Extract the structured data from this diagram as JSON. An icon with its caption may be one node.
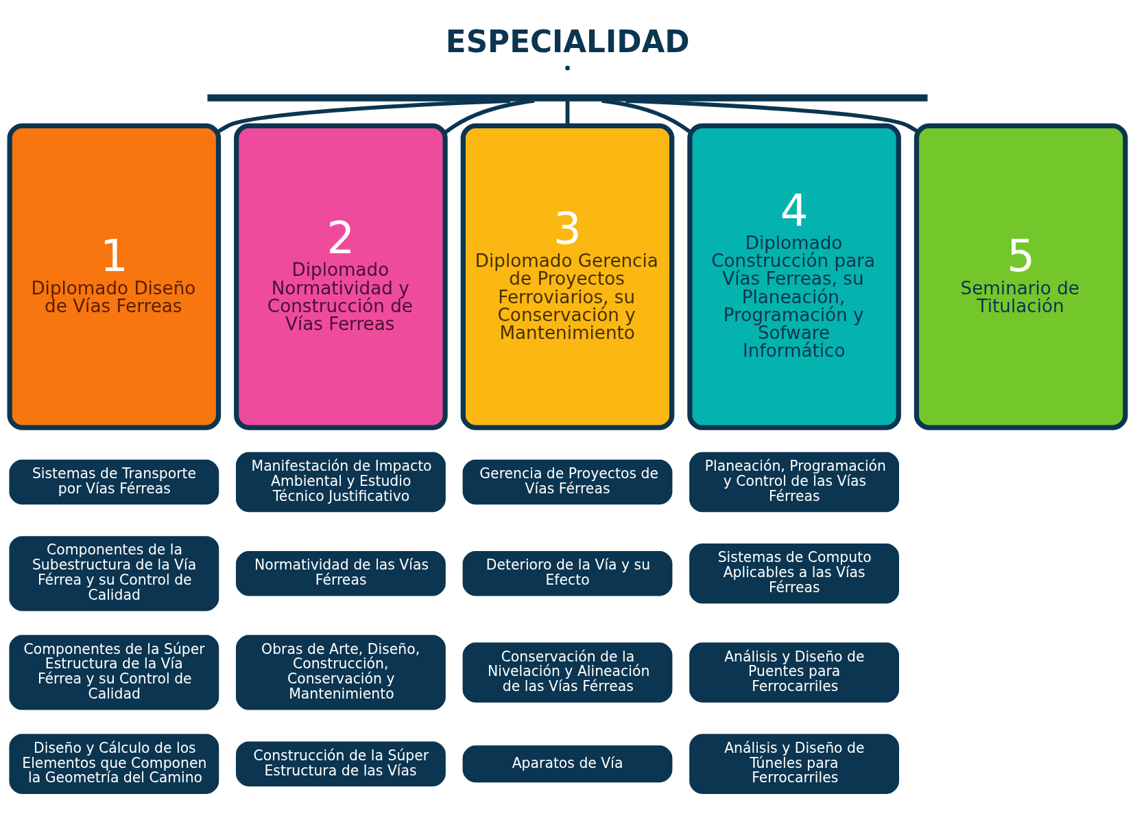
{
  "diagram": {
    "title": "ESPECIALIDAD",
    "nodes": [
      {
        "text": [
          "1",
          "Diplomado Diseño de Vías Ferreas"
        ]
      },
      {
        "text": [
          "2",
          "Diplomado Normatividad y Construcción de Vías Ferreas"
        ]
      },
      {
        "text": [
          "3",
          "Diplomado Gerencia de Proyectos Ferroviarios, su Conservación y Mantenimiento"
        ]
      },
      {
        "text": [
          "4",
          "Diplomado Construcción para Vías Ferreas, su Planeación, Programación y Sofware Informático"
        ]
      },
      {
        "text": [
          "5",
          "Seminario de Titulación"
        ]
      },
      {
        "text": [
          "Sistemas de Transporte por Vías Férreas"
        ]
      },
      {
        "text": [
          "Componentes de la Subestructura de la Vía Férrea y su Control de Calidad"
        ]
      },
      {
        "text": [
          "Componentes de la Súper Estructura de la Vía Férrea y su Control de Calidad"
        ]
      },
      {
        "text": [
          "Diseño y Cálculo de los Elementos que Componen la Geometría del Camino"
        ]
      },
      {
        "text": [
          "Manifestación de Impacto Ambiental y Estudio Técnico Justificativo"
        ]
      },
      {
        "text": [
          "Normatividad de las Vías Férreas"
        ]
      },
      {
        "text": [
          "Obras de Arte, Diseño, Construcción, Conservación y Mantenimiento"
        ]
      },
      {
        "text": [
          "Construcción de la Súper Estructura de las Vías"
        ]
      },
      {
        "text": [
          "Gerencia de Proyectos de Vías Férreas"
        ]
      },
      {
        "text": [
          "Deterioro de la Vía y su Efecto"
        ]
      },
      {
        "text": [
          "Conservación de la Nivelación y Alineación de las Vías Férreas"
        ]
      },
      {
        "text": [
          "Aparatos de Vía"
        ]
      },
      {
        "text": [
          "Planeación, Programación y Control de las Vías Férreas"
        ]
      },
      {
        "text": [
          "Sistemas de Computo Aplicables a las Vías Férreas"
        ]
      },
      {
        "text": [
          "Análisis y Diseño de Puentes para Ferrocarriles"
        ]
      },
      {
        "text": [
          "Análisis y Diseño de Túneles para Ferrocarriles"
        ]
      },
      {
        "text": [],
        "shape": "bar"
      }
    ],
    "edges": [
      {
        "from": 21,
        "to": 0,
        "arrow": "none"
      },
      {
        "from": 21,
        "to": 1,
        "arrow": "none"
      },
      {
        "from": 21,
        "to": 2,
        "arrow": "none"
      },
      {
        "from": 21,
        "to": 3,
        "arrow": "none"
      },
      {
        "from": 21,
        "to": 4,
        "arrow": "none"
      }
    ]
  }
}
